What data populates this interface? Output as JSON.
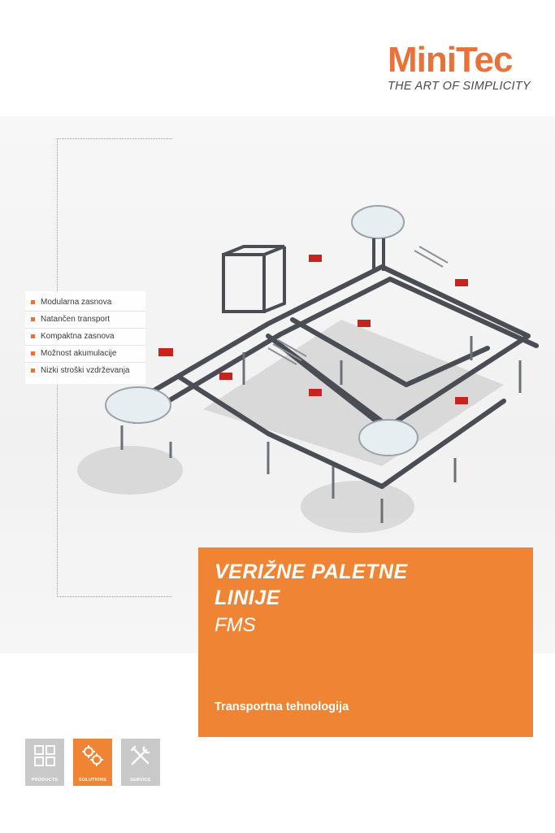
{
  "brand": {
    "name": "MiniTec",
    "tagline": "THE ART OF SIMPLICITY",
    "accent_color": "#ef8435"
  },
  "features": [
    "Modularna zasnova",
    "Natančen transport",
    "Kompaktna zasnova",
    "Možnost akumulacije",
    "Nizki stroški vzdrževanja"
  ],
  "title": {
    "main": "VERIŽNE PALETNE LINIJE",
    "sub": "FMS",
    "category": "Transportna tehnologija"
  },
  "tiles": [
    {
      "label": "PRODUCTS",
      "icon": "grid-icon",
      "active": false
    },
    {
      "label": "SOLUTIONS",
      "icon": "gears-icon",
      "active": true
    },
    {
      "label": "SERVICE",
      "icon": "tools-icon",
      "active": false
    }
  ]
}
